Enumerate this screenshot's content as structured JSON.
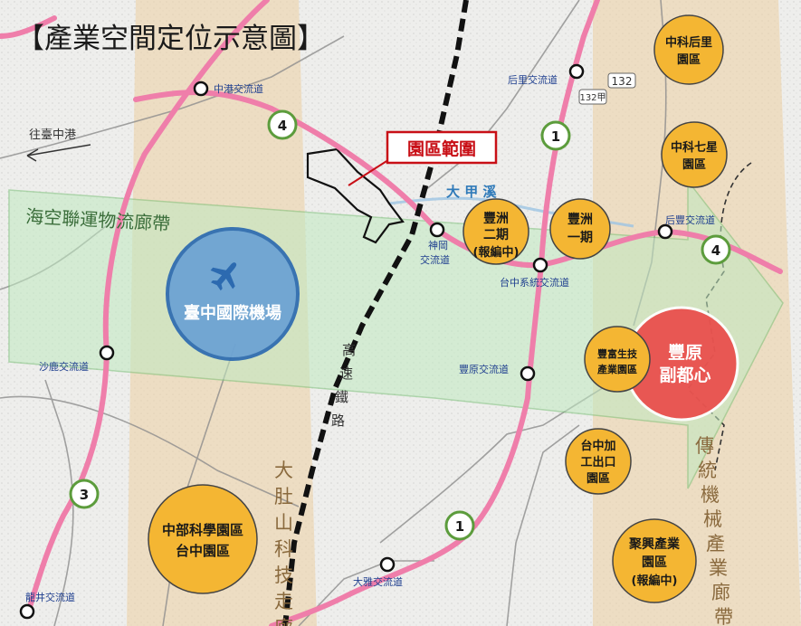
{
  "map": {
    "title": "【產業空間定位示意圖】",
    "area_label": "園區範圍",
    "to_port": "往臺中港",
    "river": "大 甲 溪",
    "corridors": {
      "logistics": "海空聯運物流廊帶",
      "tech": [
        "大",
        "肚",
        "山",
        "科",
        "技",
        "走",
        "廊"
      ],
      "machinery": [
        "傳",
        "統",
        "機",
        "械",
        "產",
        "業",
        "廊",
        "帶"
      ]
    },
    "hsr": [
      "高",
      "速",
      "鐵",
      "路"
    ],
    "airport": "臺中國際機場",
    "sub_center": [
      "豐原",
      "副都心"
    ],
    "parks": {
      "houli": [
        "中科后里",
        "園區"
      ],
      "qixing": [
        "中科七星",
        "園區"
      ],
      "fengzhou2": [
        "豐洲",
        "二期",
        "(報編中)"
      ],
      "fengzhou1": [
        "豐洲",
        "一期"
      ],
      "fengfu": [
        "豐富生技",
        "產業園區"
      ],
      "export": [
        "台中加",
        "工出口",
        "園區"
      ],
      "ctsp": [
        "中部科學園區",
        "台中園區"
      ],
      "juxing": [
        "聚興產業",
        "園區",
        "(報編中)"
      ]
    },
    "interchanges": {
      "zhonggang": "中港交流道",
      "houli": "后里交流道",
      "houfeng": "后豐交流道",
      "shengang": [
        "神岡",
        "交流道"
      ],
      "taichung_system": "台中系統交流道",
      "shalu": "沙鹿交流道",
      "fengyuan": "豐原交流道",
      "daya": "大雅交流道",
      "longjing": "龍井交流道"
    },
    "highways": {
      "h1": "1",
      "h3": "3",
      "h4": "4",
      "p132": "132",
      "p132a": "132甲"
    },
    "colors": {
      "highway": "#ef7eaa",
      "park_fill": "#f4b633",
      "airport_fill": "#6aa1d4",
      "sub_center_fill": "#ea4d4b",
      "corridor_green": "#bfe9c0",
      "title_red": "#c80f16"
    }
  }
}
